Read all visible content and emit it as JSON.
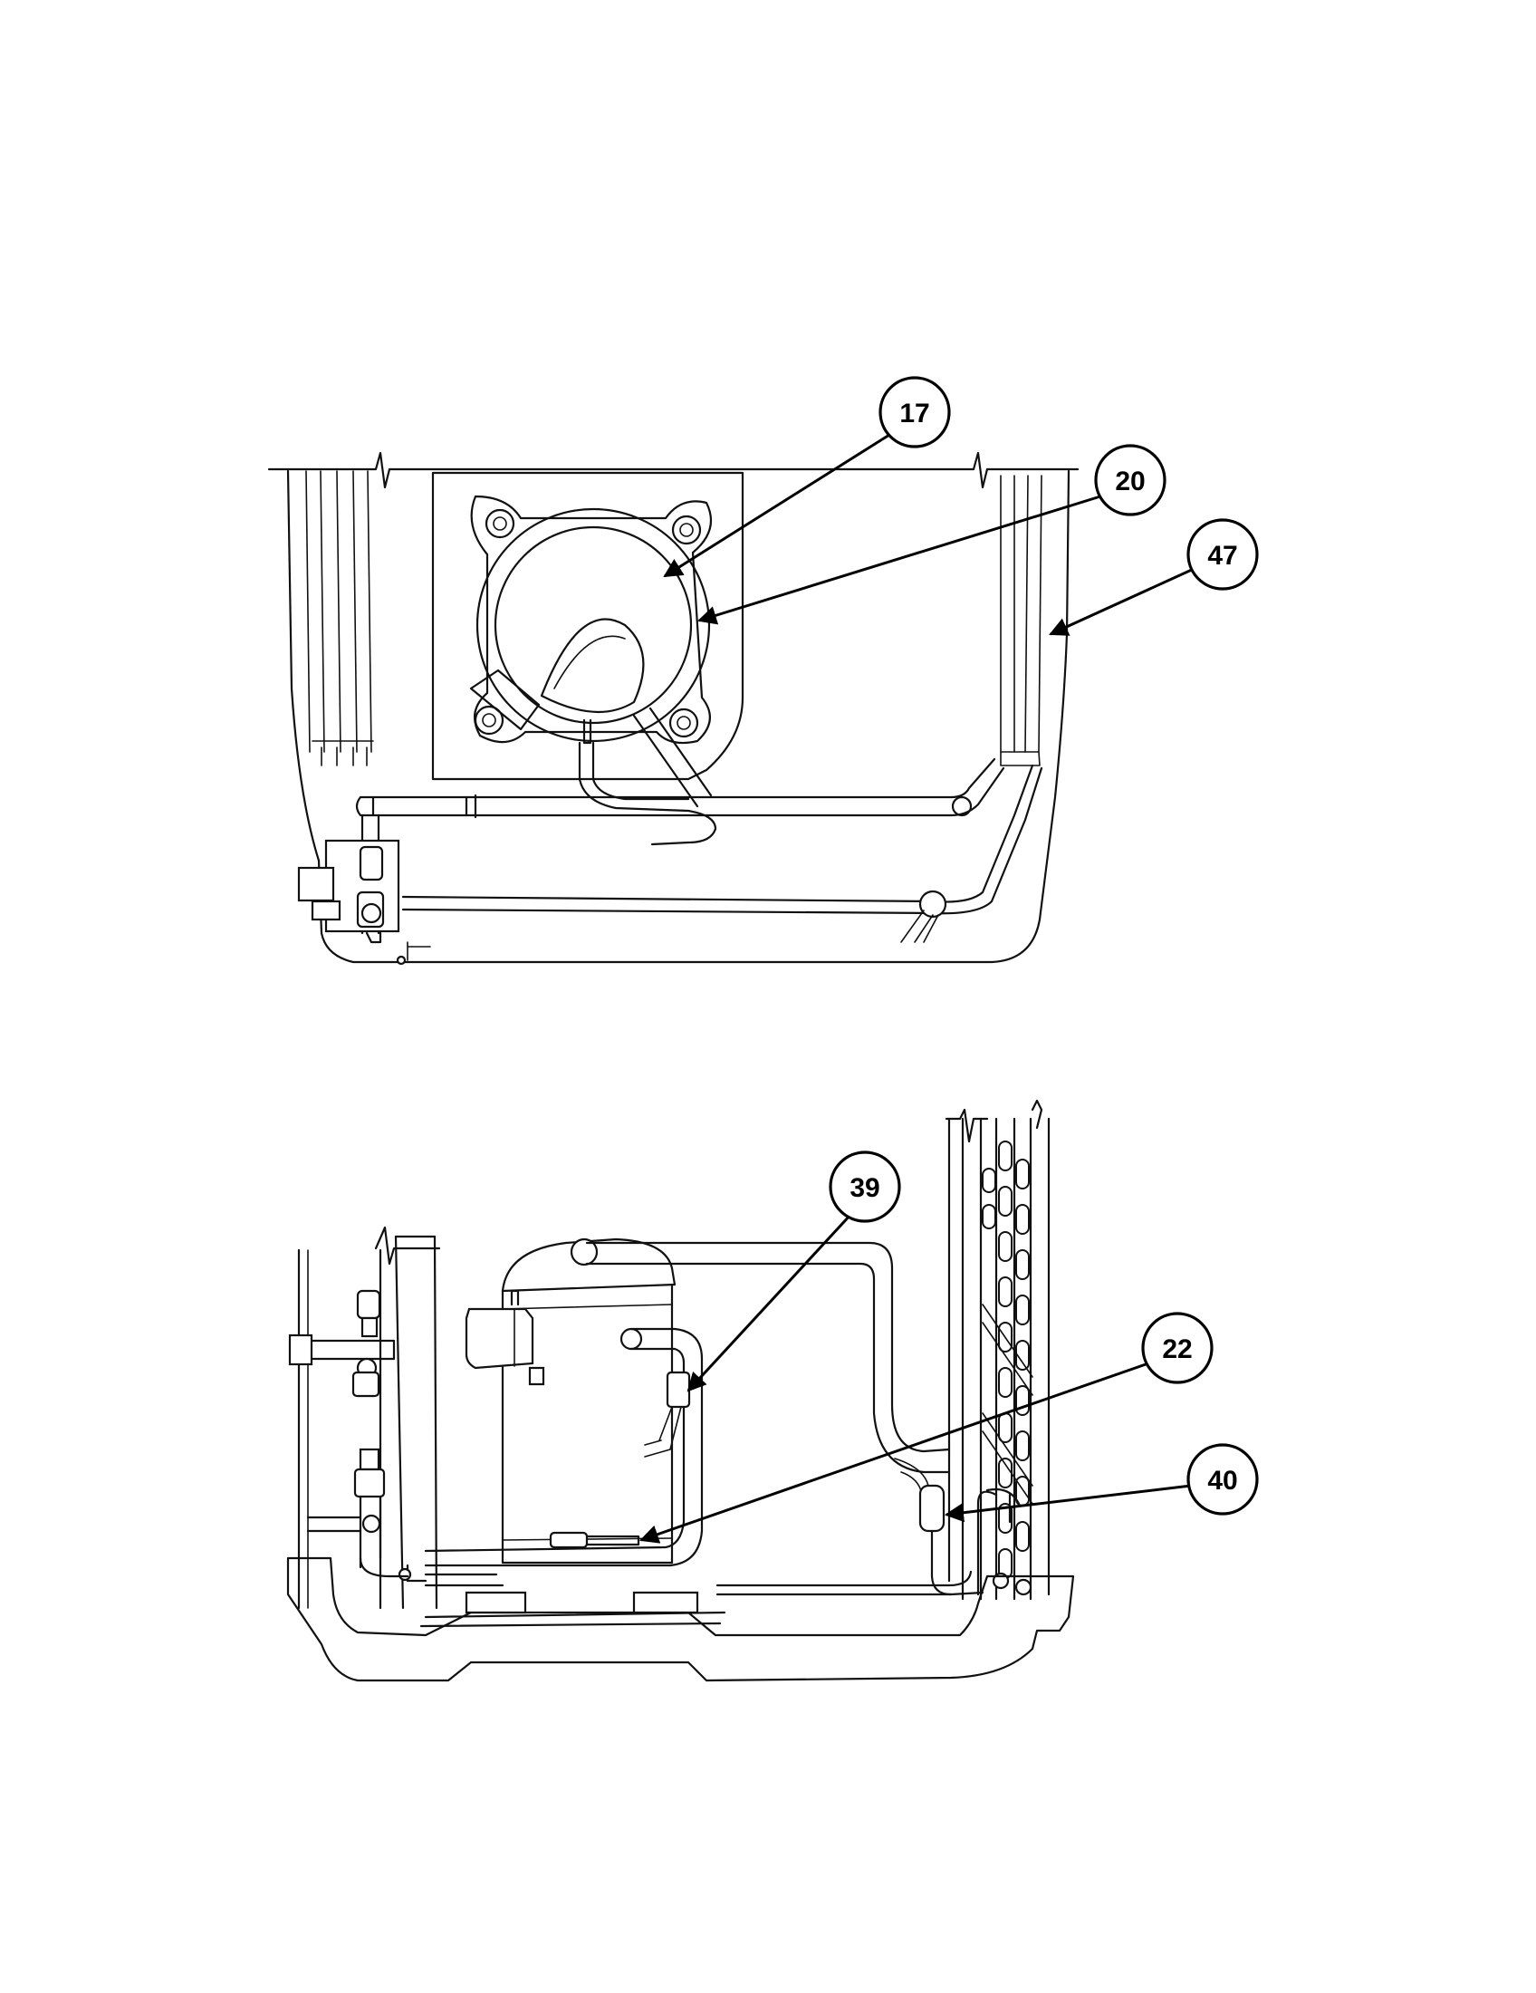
{
  "callouts": {
    "c17": "17",
    "c20": "20",
    "c47": "47",
    "c39": "39",
    "c22": "22",
    "c40": "40"
  },
  "colors": {
    "line": "#111111",
    "background": "#ffffff"
  }
}
